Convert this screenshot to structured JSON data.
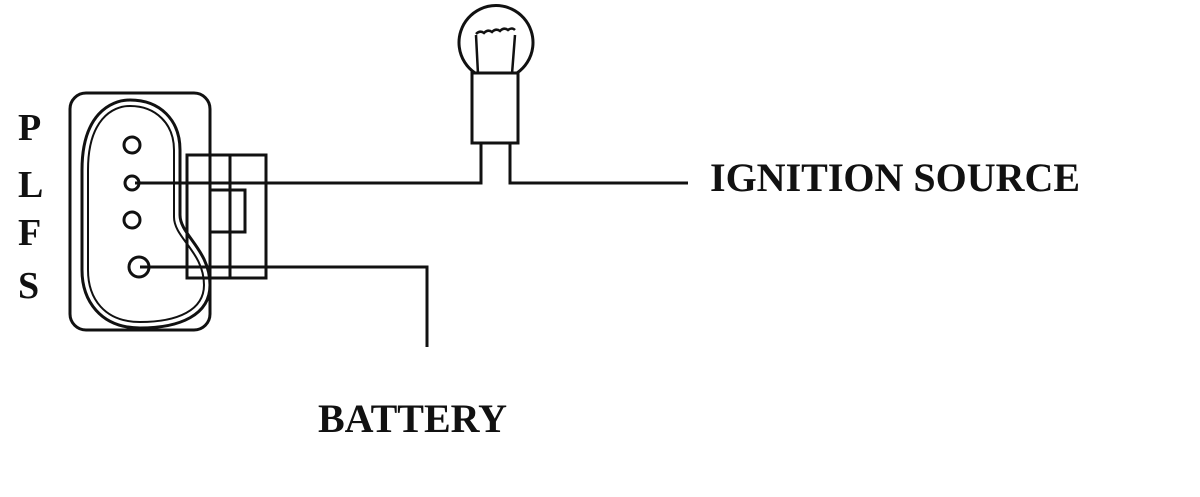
{
  "pin_labels": [
    "P",
    "L",
    "F",
    "S"
  ],
  "labels": {
    "ignition": "IGNITION SOURCE",
    "battery": "BATTERY"
  },
  "colors": {
    "line": "#111111",
    "background": "#ffffff"
  }
}
